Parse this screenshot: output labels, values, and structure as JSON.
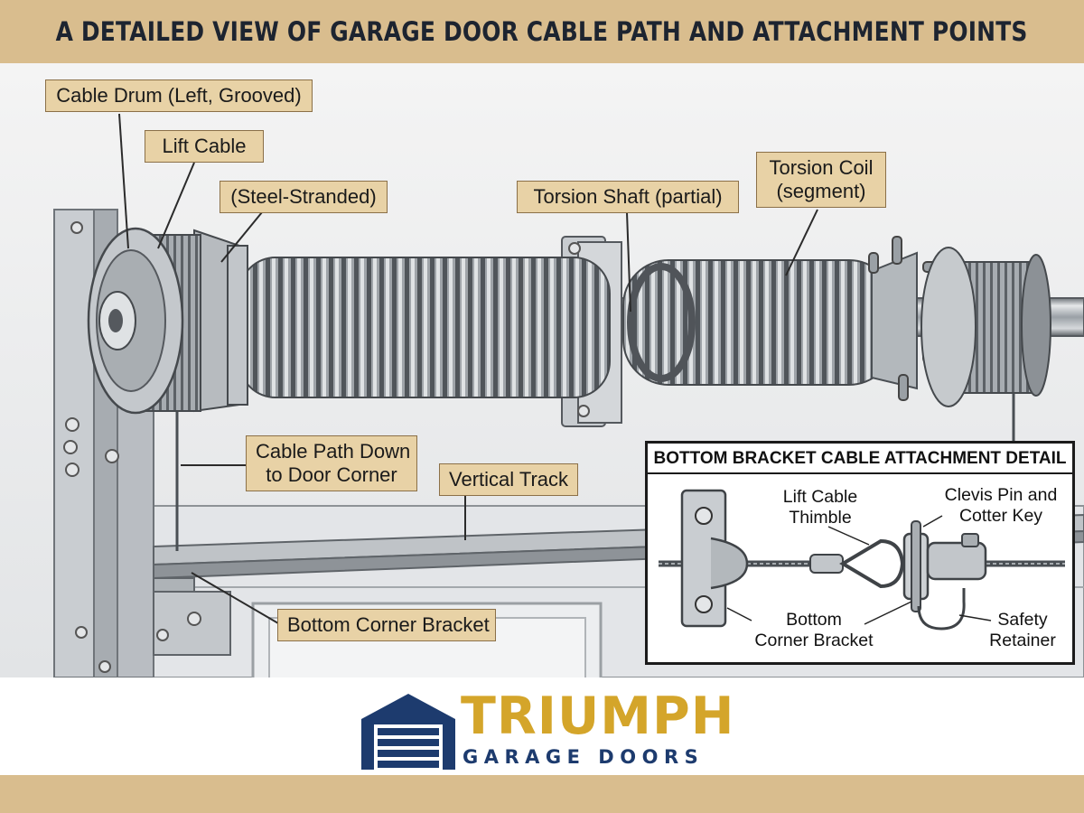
{
  "title": "A DETAILED VIEW OF GARAGE DOOR CABLE PATH AND ATTACHMENT POINTS",
  "labels": {
    "cable_drum": "Cable Drum (Left, Grooved)",
    "lift_cable": "Lift Cable",
    "steel_stranded": "(Steel-Stranded)",
    "torsion_shaft": "Torsion Shaft (partial)",
    "torsion_coil_1": "Torsion Coil",
    "torsion_coil_2": "(segment)",
    "cable_path_1": "Cable Path Down",
    "cable_path_2": "to Door Corner",
    "vertical_track": "Vertical Track",
    "bottom_corner_bracket": "Bottom Corner Bracket"
  },
  "detail": {
    "title": "BOTTOM BRACKET CABLE ATTACHMENT DETAIL",
    "lift_cable_thimble_1": "Lift Cable",
    "lift_cable_thimble_2": "Thimble",
    "clevis_pin_1": "Clevis Pin and",
    "clevis_pin_2": "Cotter Key",
    "bottom_corner_bracket_1": "Bottom",
    "bottom_corner_bracket_2": "Corner Bracket",
    "safety_retainer_1": "Safety",
    "safety_retainer_2": "Retainer"
  },
  "logo": {
    "name": "TRIUMPH",
    "subtitle": "GARAGE DOORS"
  },
  "colors": {
    "banner": "#d9bd8e",
    "label_fill": "#e8d2a6",
    "label_border": "#8b7048",
    "logo_gold": "#d4a52a",
    "logo_navy": "#1d3b6e"
  }
}
